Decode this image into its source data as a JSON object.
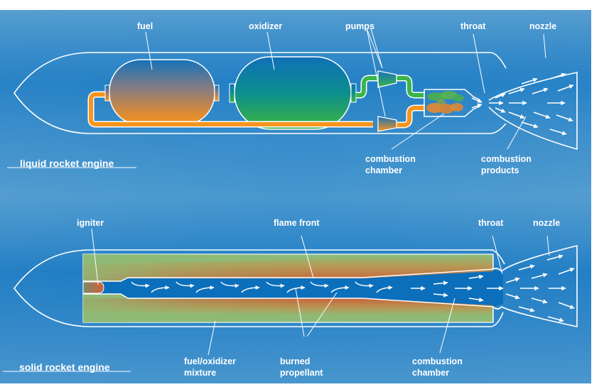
{
  "colors": {
    "background_light": "#5b9fd0",
    "background_dark": "#0a6fbe",
    "outline": "#ffffff",
    "fuel_orange": "#f7941d",
    "oxidizer_green": "#39b54a",
    "propellant_green": "#8fba76",
    "burn_red": "#c8643c"
  },
  "liquid": {
    "title": "liquid rocket engine",
    "labels": {
      "fuel": "fuel",
      "oxidizer": "oxidizer",
      "pumps": "pumps",
      "throat": "throat",
      "nozzle": "nozzle",
      "combustion_chamber_line1": "combustion",
      "combustion_chamber_line2": "chamber",
      "combustion_products_line1": "combustion",
      "combustion_products_line2": "products"
    }
  },
  "solid": {
    "title": "solid rocket engine",
    "labels": {
      "igniter": "igniter",
      "flame_front": "flame front",
      "throat": "throat",
      "nozzle": "nozzle",
      "mixture_line1": "fuel/oxidizer",
      "mixture_line2": "mixture",
      "burned_line1": "burned",
      "burned_line2": "propellant",
      "combustion_chamber_line1": "combustion",
      "combustion_chamber_line2": "chamber"
    }
  }
}
